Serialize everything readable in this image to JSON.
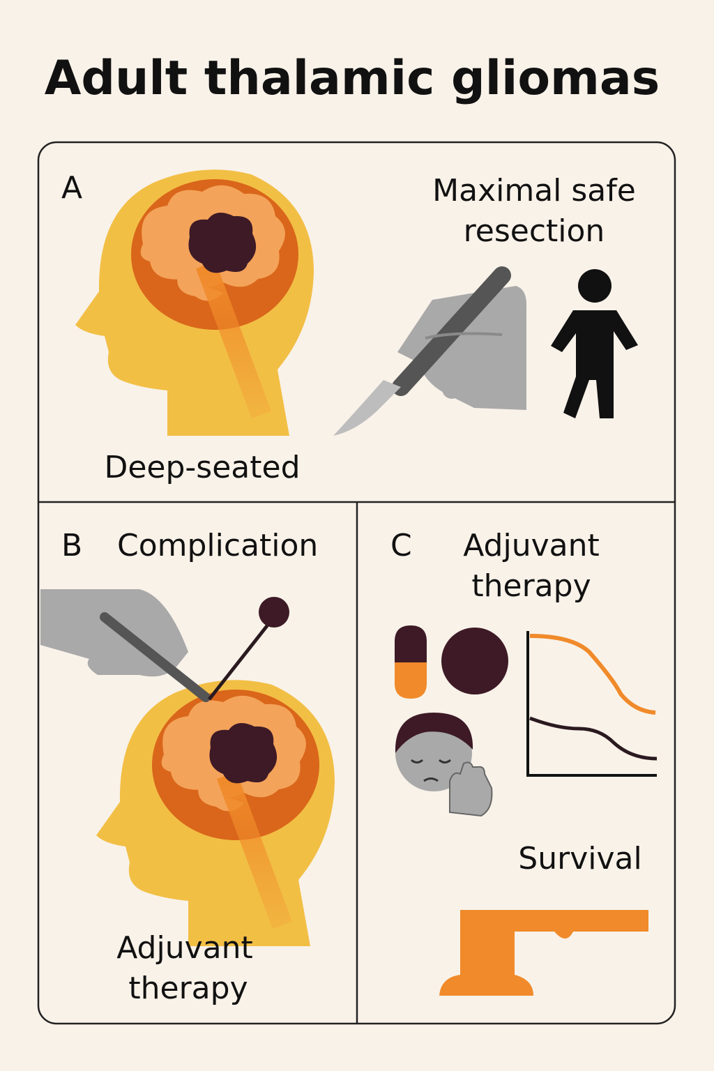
{
  "title": "Adult thalamic gliomas",
  "colors": {
    "background": "#f9f2e9",
    "head": "#f2bf45",
    "brain_outer": "#d9661a",
    "brain_inner": "#f4a35a",
    "tumor": "#3d1a26",
    "accent": "#f08a2a",
    "gray": "#a9a9a9"
  },
  "panels": {
    "a": {
      "letter": "A",
      "heading_line1": "Maximal safe",
      "heading_line2": "resection",
      "caption": "Deep-seated",
      "icons": [
        "head-brain-tumor-icon",
        "scalpel-hand-icon",
        "walking-person-icon"
      ]
    },
    "b": {
      "letter": "B",
      "heading": "Complication",
      "caption_line1": "Adjuvant",
      "caption_line2": "therapy",
      "icons": [
        "hand-probe-icon",
        "head-brain-tumor-icon"
      ]
    },
    "c": {
      "letter": "C",
      "heading_line1": "Adjuvant",
      "heading_line2": "therapy",
      "caption": "Survival",
      "icons": [
        "capsule-icon",
        "dark-circle-icon",
        "survival-curve-icon",
        "sick-face-icon",
        "bar-platform-icon"
      ]
    }
  }
}
